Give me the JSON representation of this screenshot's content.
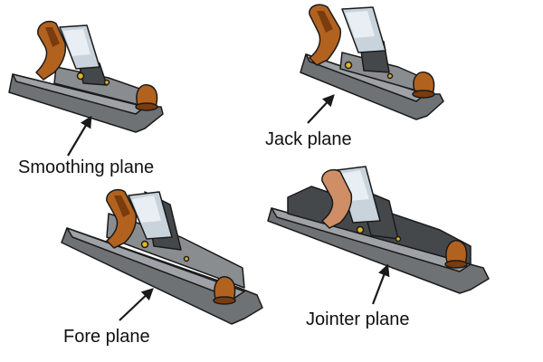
{
  "labels": {
    "smoothing": "Smoothing plane",
    "jack": "Jack plane",
    "fore": "Fore plane",
    "jointer": "Jointer plane"
  },
  "colors": {
    "body": "#6f7275",
    "body_light": "#9ea2a6",
    "body_dark": "#45484b",
    "blade": "#c9d3dc",
    "blade_light": "#e8eef3",
    "handle": "#b2621f",
    "handle_dark": "#7a3c0e",
    "handle_pale": "#cf8e66",
    "brass": "#e0b526",
    "outline": "#1a1a1a"
  },
  "icons": [
    "plane-icon",
    "arrow-icon"
  ]
}
